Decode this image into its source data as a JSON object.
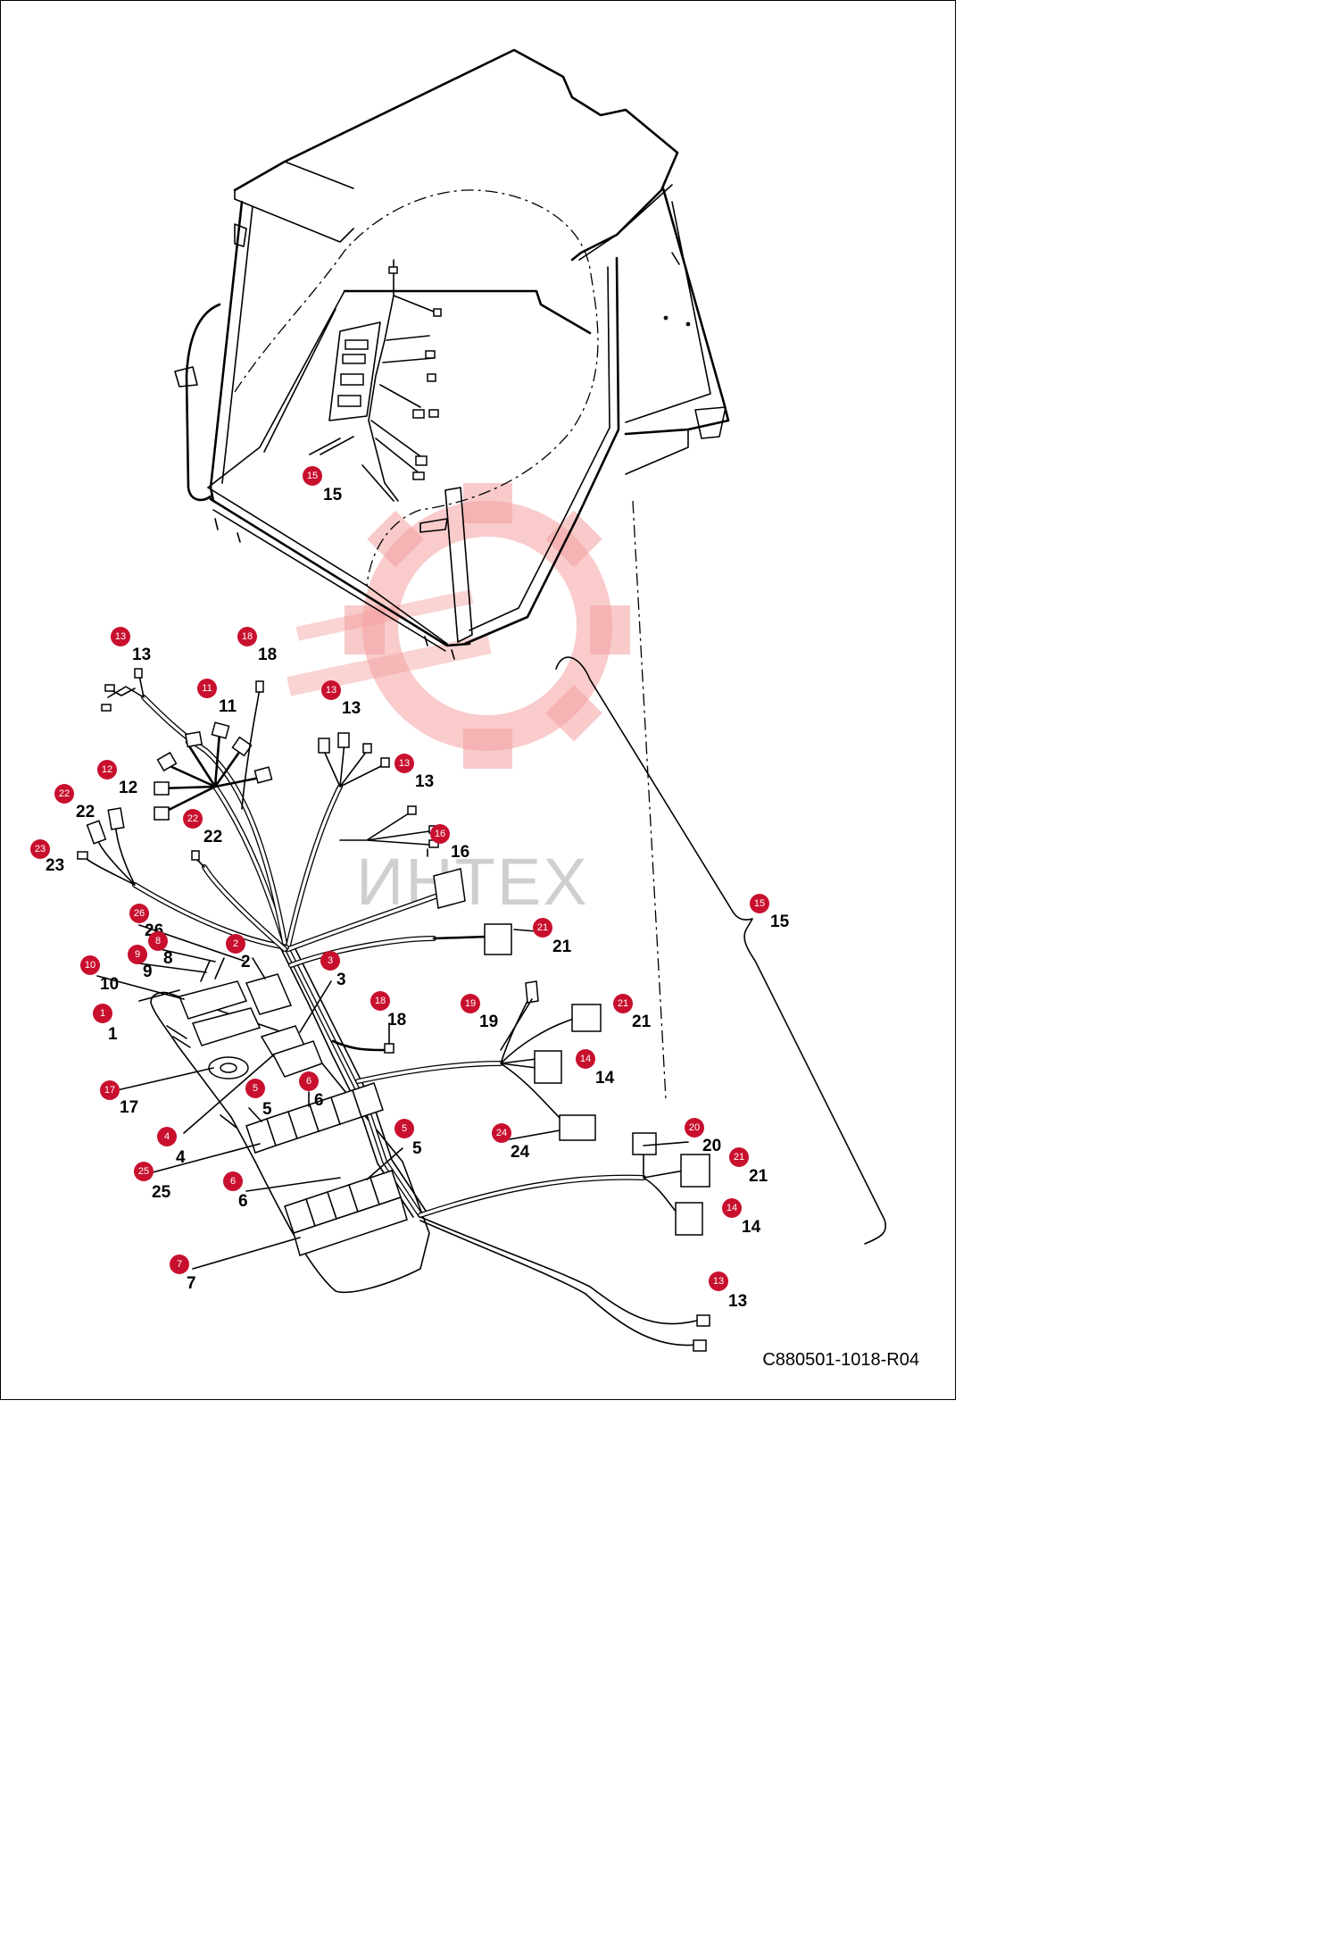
{
  "watermark": {
    "text": "ИНТЕХ",
    "gear_color": "#f4a0a0",
    "text_color": "#cfcfcf"
  },
  "badge_color": "#c8102e",
  "document_code": "C880501-1018-R04",
  "callouts": [
    {
      "id": "15a",
      "number": "15"
    },
    {
      "id": "13a",
      "number": "13"
    },
    {
      "id": "18a",
      "number": "18"
    },
    {
      "id": "11",
      "number": "11"
    },
    {
      "id": "13b",
      "number": "13"
    },
    {
      "id": "12",
      "number": "12"
    },
    {
      "id": "22a",
      "number": "22"
    },
    {
      "id": "13c",
      "number": "13"
    },
    {
      "id": "22b",
      "number": "22"
    },
    {
      "id": "23",
      "number": "23"
    },
    {
      "id": "16",
      "number": "16"
    },
    {
      "id": "15b",
      "number": "15"
    },
    {
      "id": "26",
      "number": "26"
    },
    {
      "id": "21a",
      "number": "21"
    },
    {
      "id": "8",
      "number": "8"
    },
    {
      "id": "2",
      "number": "2"
    },
    {
      "id": "9",
      "number": "9"
    },
    {
      "id": "3",
      "number": "3"
    },
    {
      "id": "10",
      "number": "10"
    },
    {
      "id": "18b",
      "number": "18"
    },
    {
      "id": "19",
      "number": "19"
    },
    {
      "id": "21b",
      "number": "21"
    },
    {
      "id": "1",
      "number": "1"
    },
    {
      "id": "14a",
      "number": "14"
    },
    {
      "id": "17",
      "number": "17"
    },
    {
      "id": "5a",
      "number": "5"
    },
    {
      "id": "6a",
      "number": "6"
    },
    {
      "id": "4",
      "number": "4"
    },
    {
      "id": "24",
      "number": "24"
    },
    {
      "id": "5b",
      "number": "5"
    },
    {
      "id": "20",
      "number": "20"
    },
    {
      "id": "25",
      "number": "25"
    },
    {
      "id": "21c",
      "number": "21"
    },
    {
      "id": "6b",
      "number": "6"
    },
    {
      "id": "14b",
      "number": "14"
    },
    {
      "id": "7",
      "number": "7"
    },
    {
      "id": "13d",
      "number": "13"
    }
  ]
}
